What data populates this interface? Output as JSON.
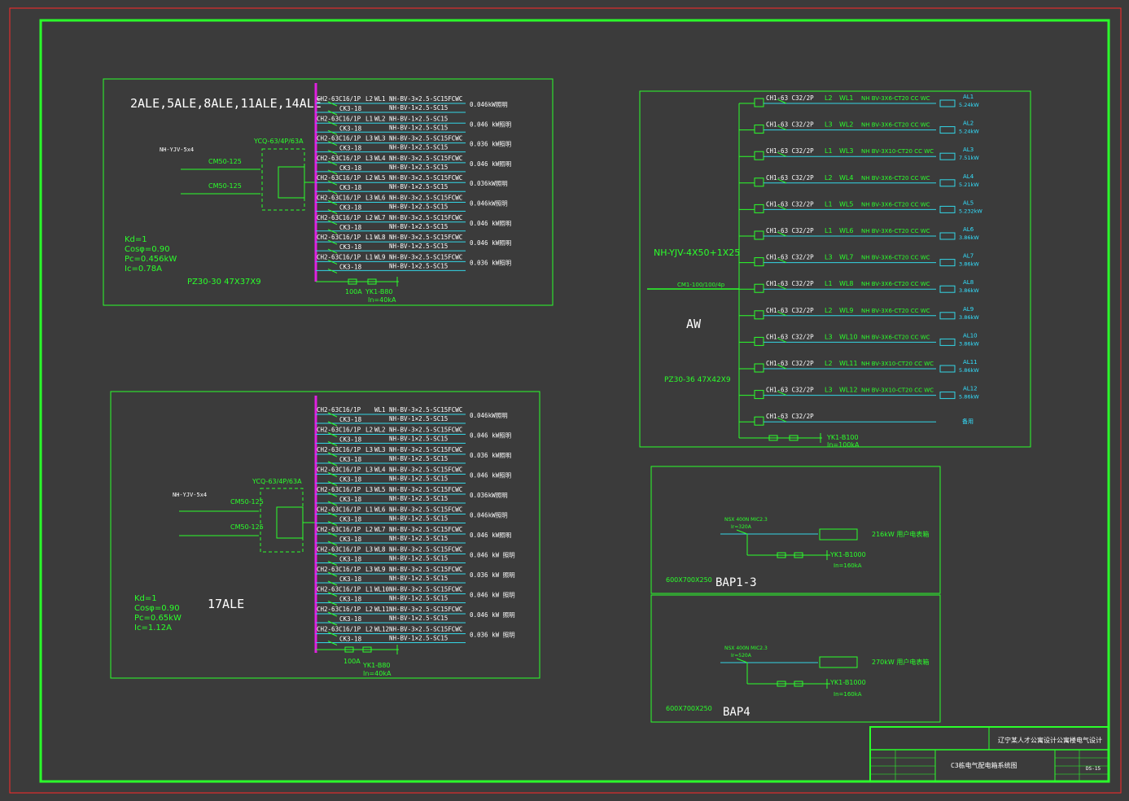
{
  "colors": {
    "background": "#3b3b3b",
    "line": "#2bff2b",
    "text": "#ffffff",
    "feeder": "#33d6e6",
    "busbar": "#e020e0",
    "frame": "#ff2a2a"
  },
  "panel_top_left": {
    "title": "2ALE,5ALE,8ALE,11ALE,14ALE",
    "incoming_cable": "NH-YJV-5x4",
    "switch": "YCQ-63/4P/63A",
    "breaker_a": "CM50-125",
    "breaker_b": "CM50-125",
    "params": [
      "Kd=1",
      "Cosφ=0.90",
      "Pc=0.456kW",
      "Ic=0.78A"
    ],
    "enclosure": "PZ30-30 47X37X9",
    "spd_a": "100A",
    "spd_b": "YK1-B80",
    "spd_c": "In=40kA",
    "circuits": [
      {
        "breaker": "CH2-63C16/1P",
        "phase": "L2",
        "id": "WL1",
        "cable": "NH-BV-3×2.5-SC15FCWC",
        "sub": "CK3-18",
        "sub_cable": "NH-BV-1×2.5-SC15",
        "load": "0.046kW照明"
      },
      {
        "breaker": "CH2-63C16/1P",
        "phase": "L1",
        "id": "WL2",
        "cable": "NH-BV-1×2.5-SC15",
        "sub": "CK3-18",
        "sub_cable": "NH-BV-1×2.5-SC15",
        "load": "0.046 kW照明"
      },
      {
        "breaker": "CH2-63C16/1P",
        "phase": "L3",
        "id": "WL3",
        "cable": "NH-BV-3×2.5-SC15FCWC",
        "sub": "CK3-18",
        "sub_cable": "NH-BV-1×2.5-SC15",
        "load": "0.036 kW照明"
      },
      {
        "breaker": "CH2-63C16/1P",
        "phase": "L3",
        "id": "WL4",
        "cable": "NH-BV-3×2.5-SC15FCWC",
        "sub": "CK3-18",
        "sub_cable": "NH-BV-1×2.5-SC15",
        "load": "0.046 kW照明"
      },
      {
        "breaker": "CH2-63C16/1P",
        "phase": "L2",
        "id": "WL5",
        "cable": "NH-BV-3×2.5-SC15FCWC",
        "sub": "CK3-18",
        "sub_cable": "NH-BV-1×2.5-SC15",
        "load": "0.036kW照明"
      },
      {
        "breaker": "CH2-63C16/1P",
        "phase": "L3",
        "id": "WL6",
        "cable": "NH-BV-3×2.5-SC15FCWC",
        "sub": "CK3-18",
        "sub_cable": "NH-BV-1×2.5-SC15",
        "load": "0.046kW照明"
      },
      {
        "breaker": "CH2-63C16/1P",
        "phase": "L2",
        "id": "WL7",
        "cable": "NH-BV-3×2.5-SC15FCWC",
        "sub": "CK3-18",
        "sub_cable": "NH-BV-1×2.5-SC15",
        "load": "0.046 kW照明"
      },
      {
        "breaker": "CH2-63C16/1P",
        "phase": "L1",
        "id": "WL8",
        "cable": "NH-BV-3×2.5-SC15FCWC",
        "sub": "CK3-18",
        "sub_cable": "NH-BV-1×2.5-SC15",
        "load": "0.046 kW照明"
      },
      {
        "breaker": "CH2-63C16/1P",
        "phase": "L1",
        "id": "WL9",
        "cable": "NH-BV-3×2.5-SC15FCWC",
        "sub": "CK3-18",
        "sub_cable": "NH-BV-1×2.5-SC15",
        "load": "0.036 kW照明"
      }
    ]
  },
  "panel_bottom_left": {
    "title": "17ALE",
    "incoming_cable": "NH-YJV-5x4",
    "switch": "YCQ-63/4P/63A",
    "breaker_a": "CM50-125",
    "breaker_b": "CM50-125",
    "params": [
      "Kd=1",
      "Cosφ=0.90",
      "Pc=0.65kW",
      "Ic=1.12A"
    ],
    "spd_a": "100A",
    "spd_b": "YK1-B80",
    "spd_c": "In=40kA",
    "circuits": [
      {
        "breaker": "CH2-63C16/1P",
        "phase": "",
        "id": "WL1",
        "cable": "NH-BV-3×2.5-SC15FCWC",
        "sub": "CK3-18",
        "sub_cable": "NH-BV-1×2.5-SC15",
        "load": "0.046kW照明"
      },
      {
        "breaker": "CH2-63C16/1P",
        "phase": "L2",
        "id": "WL2",
        "cable": "NH-BV-3×2.5-SC15FCWC",
        "sub": "CK3-18",
        "sub_cable": "NH-BV-1×2.5-SC15",
        "load": "0.046 kW照明"
      },
      {
        "breaker": "CH2-63C16/1P",
        "phase": "L3",
        "id": "WL3",
        "cable": "NH-BV-3×2.5-SC15FCWC",
        "sub": "CK3-18",
        "sub_cable": "NH-BV-1×2.5-SC15",
        "load": "0.036 kW照明"
      },
      {
        "breaker": "CH2-63C16/1P",
        "phase": "L3",
        "id": "WL4",
        "cable": "NH-BV-3×2.5-SC15FCWC",
        "sub": "CK3-18",
        "sub_cable": "NH-BV-1×2.5-SC15",
        "load": "0.046 kW照明"
      },
      {
        "breaker": "CH2-63C16/1P",
        "phase": "L3",
        "id": "WL5",
        "cable": "NH-BV-3×2.5-SC15FCWC",
        "sub": "CK3-18",
        "sub_cable": "NH-BV-1×2.5-SC15",
        "load": "0.036kW照明"
      },
      {
        "breaker": "CH2-63C16/1P",
        "phase": "L1",
        "id": "WL6",
        "cable": "NH-BV-3×2.5-SC15FCWC",
        "sub": "CK3-18",
        "sub_cable": "NH-BV-1×2.5-SC15",
        "load": "0.046kW照明"
      },
      {
        "breaker": "CH2-63C16/1P",
        "phase": "L2",
        "id": "WL7",
        "cable": "NH-BV-3×2.5-SC15FCWC",
        "sub": "CK3-18",
        "sub_cable": "NH-BV-1×2.5-SC15",
        "load": "0.046 kW照明"
      },
      {
        "breaker": "CH2-63C16/1P",
        "phase": "L3",
        "id": "WL8",
        "cable": "NH-BV-3×2.5-SC15FCWC",
        "sub": "CK3-18",
        "sub_cable": "NH-BV-1×2.5-SC15",
        "load": "0.046 kW 照明"
      },
      {
        "breaker": "CH2-63C16/1P",
        "phase": "L3",
        "id": "WL9",
        "cable": "NH-BV-3×2.5-SC15FCWC",
        "sub": "CK3-18",
        "sub_cable": "NH-BV-1×2.5-SC15",
        "load": "0.036 kW 照明"
      },
      {
        "breaker": "CH2-63C16/1P",
        "phase": "L1",
        "id": "WL10",
        "cable": "NH-BV-3×2.5-SC15FCWC",
        "sub": "CK3-18",
        "sub_cable": "NH-BV-1×2.5-SC15",
        "load": "0.046 kW 照明"
      },
      {
        "breaker": "CH2-63C16/1P",
        "phase": "L2",
        "id": "WL11",
        "cable": "NH-BV-3×2.5-SC15FCWC",
        "sub": "CK3-18",
        "sub_cable": "NH-BV-1×2.5-SC15",
        "load": "0.046 kW 照明"
      },
      {
        "breaker": "CH2-63C16/1P",
        "phase": "L2",
        "id": "WL12",
        "cable": "NH-BV-3×2.5-SC15FCWC",
        "sub": "CK3-18",
        "sub_cable": "NH-BV-1×2.5-SC15",
        "load": "0.036 kW 照明"
      }
    ]
  },
  "panel_aw": {
    "title": "AW",
    "incoming_cable": "NH-YJV-4X50+1X25",
    "main_breaker": "CM1-100/100/4p",
    "enclosure": "PZ30-36 47X42X9",
    "spd_a": "YK1-B100",
    "spd_b": "In=100kA",
    "circuits": [
      {
        "breaker": "CH1-63 C32/2P",
        "phase": "L2",
        "id": "WL1",
        "cable": "NH BV-3X6-CT20 CC WC",
        "dest": "AL1",
        "power": "5.24kW"
      },
      {
        "breaker": "CH1-63 C32/2P",
        "phase": "L3",
        "id": "WL2",
        "cable": "NH BV-3X6-CT20 CC WC",
        "dest": "AL2",
        "power": "5.24kW"
      },
      {
        "breaker": "CH1-63 C32/2P",
        "phase": "L1",
        "id": "WL3",
        "cable": "NH BV-3X10-CT20 CC WC",
        "dest": "AL3",
        "power": "7.51kW"
      },
      {
        "breaker": "CH1-63 C32/2P",
        "phase": "L2",
        "id": "WL4",
        "cable": "NH BV-3X6-CT20 CC WC",
        "dest": "AL4",
        "power": "5.21kW"
      },
      {
        "breaker": "CH1-63 C32/2P",
        "phase": "L1",
        "id": "WL5",
        "cable": "NH BV-3X6-CT20 CC WC",
        "dest": "AL5",
        "power": "5.232kW"
      },
      {
        "breaker": "CH1-63 C32/2P",
        "phase": "L1",
        "id": "WL6",
        "cable": "NH BV-3X6-CT20 CC WC",
        "dest": "AL6",
        "power": "3.86kW"
      },
      {
        "breaker": "CH1-63 C32/2P",
        "phase": "L3",
        "id": "WL7",
        "cable": "NH BV-3X6-CT20 CC WC",
        "dest": "AL7",
        "power": "3.86kW"
      },
      {
        "breaker": "CH1-63 C32/2P",
        "phase": "L1",
        "id": "WL8",
        "cable": "NH BV-3X6-CT20 CC WC",
        "dest": "AL8",
        "power": "3.86kW"
      },
      {
        "breaker": "CH1-63 C32/2P",
        "phase": "L2",
        "id": "WL9",
        "cable": "NH BV-3X6-CT20 CC WC",
        "dest": "AL9",
        "power": "3.86kW"
      },
      {
        "breaker": "CH1-63 C32/2P",
        "phase": "L3",
        "id": "WL10",
        "cable": "NH BV-3X6-CT20 CC WC",
        "dest": "AL10",
        "power": "3.86kW"
      },
      {
        "breaker": "CH1-63 C32/2P",
        "phase": "L2",
        "id": "WL11",
        "cable": "NH BV-3X10-CT20 CC WC",
        "dest": "AL11",
        "power": "5.86kW"
      },
      {
        "breaker": "CH1-63 C32/2P",
        "phase": "L3",
        "id": "WL12",
        "cable": "NH BV-3X10-CT20 CC WC",
        "dest": "AL12",
        "power": "5.86kW"
      },
      {
        "breaker": "CH1-63 C32/2P",
        "phase": "",
        "id": "",
        "cable": "",
        "dest": "备用",
        "power": ""
      }
    ]
  },
  "panel_bap13": {
    "title": "BAP1-3",
    "enclosure": "600X700X250",
    "load": "216kW 用户电表箱",
    "breaker": "NSX 400N MIC2.3",
    "setting": "Ir=320A",
    "spd_a": "YK1-B1000",
    "spd_b": "In=160kA"
  },
  "panel_bap4": {
    "title": "BAP4",
    "enclosure": "600X700X250",
    "load": "270kW 用户电表箱",
    "breaker": "NSX 400N MIC2.3",
    "setting": "Ir=520A",
    "spd_a": "YK1-B1000",
    "spd_b": "In=160kA"
  },
  "title_block": {
    "project": "辽宁某人才公寓设计公寓楼电气设计",
    "drawing": "C3栋电气配电箱系统图",
    "drawing_no": "DS-15"
  }
}
